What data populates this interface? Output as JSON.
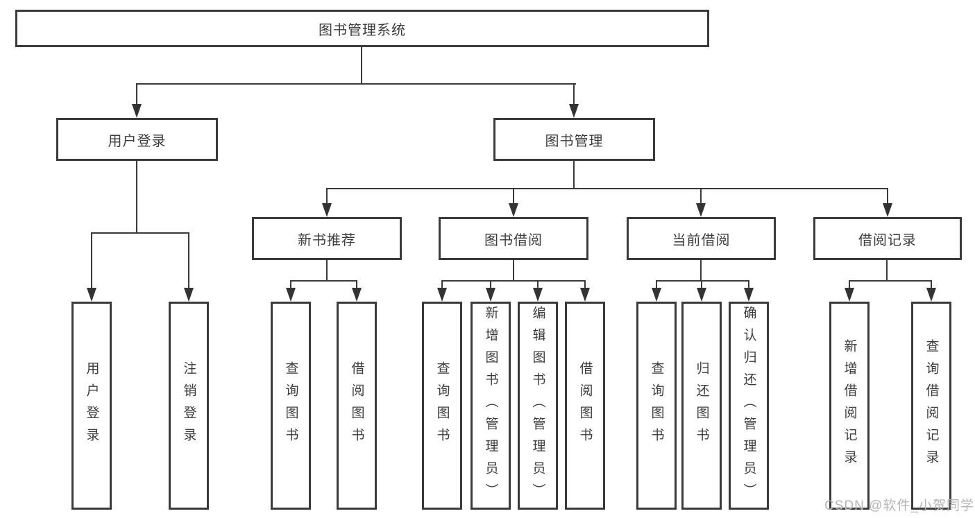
{
  "diagram": {
    "root": {
      "label": "图书管理系统"
    },
    "level2": {
      "user_login": "用户登录",
      "book_management": "图书管理"
    },
    "level3": {
      "new_book_recommend": "新书推荐",
      "book_borrow": "图书借阅",
      "current_borrow": "当前借阅",
      "borrow_record": "借阅记录"
    },
    "leaves": {
      "user_login": [
        "用户登录",
        "注销登录"
      ],
      "new_book_recommend": [
        "查询图书",
        "借阅图书"
      ],
      "book_borrow": [
        "查询图书",
        "新增图书（管理员）",
        "编辑图书（管理员）",
        "借阅图书"
      ],
      "current_borrow": [
        "查询图书",
        "归还图书",
        "确认归还（管理员）"
      ],
      "borrow_record": [
        "新增借阅记录",
        "查询借阅记录"
      ]
    }
  },
  "watermark": {
    "text": "CSDN @软件_小贺同学"
  },
  "colors": {
    "line": "#3a3a3a",
    "text": "#3c3c3e",
    "watermark": "#b5b5b5",
    "background": "#ffffff"
  }
}
